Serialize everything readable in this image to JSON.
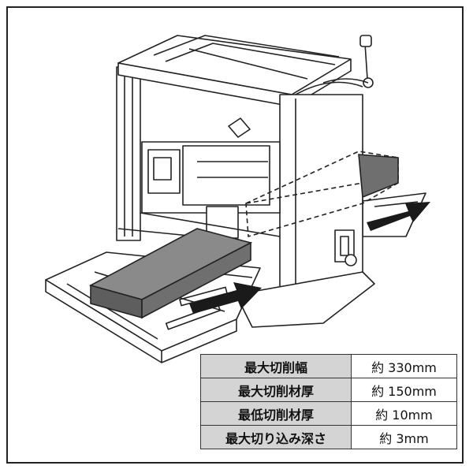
{
  "specs": [
    {
      "label": "最大切削幅",
      "value": "約 330mm"
    },
    {
      "label": "最大切削材厚",
      "value": "約 150mm"
    },
    {
      "label": "最低切削材厚",
      "value": "約 10mm"
    },
    {
      "label": "最大切り込み深さ",
      "value": "約 3mm"
    }
  ],
  "colors": {
    "table_label_bg": "#d4d4d4",
    "workpiece": "#6f6f6f",
    "arrow": "#1a1a1a",
    "line": "#222222"
  },
  "icons": [
    "thickness-planer-illustration",
    "feed-arrow",
    "workpiece-board",
    "crank-handle"
  ]
}
